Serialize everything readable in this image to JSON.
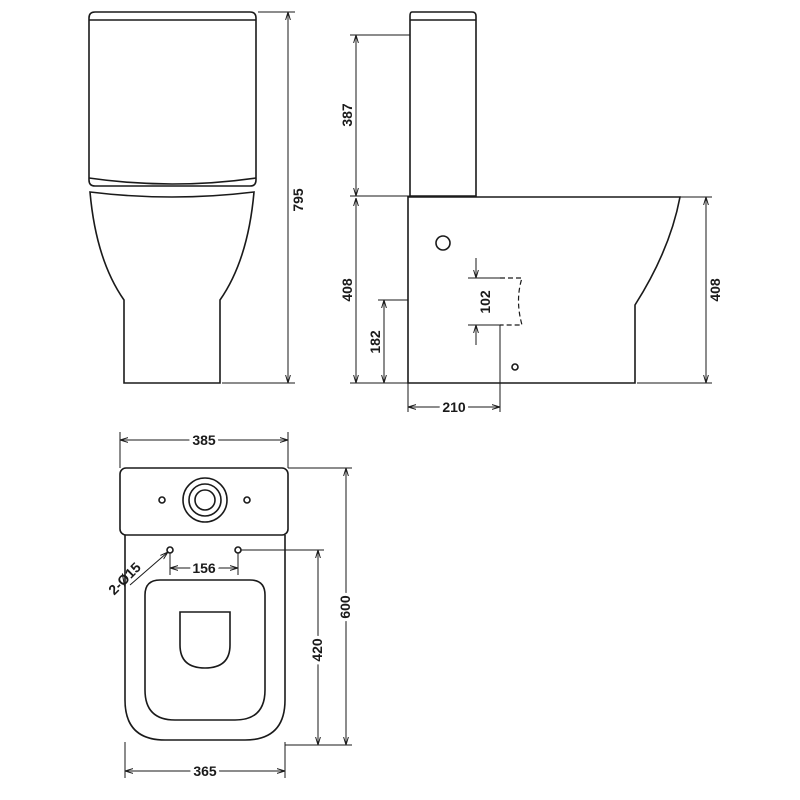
{
  "title": "Close coupled toilet technical drawing",
  "dimensions": {
    "front_height": "795",
    "cistern_height": "387",
    "pan_height_left": "408",
    "waste_height": "182",
    "outlet_size": "102",
    "pan_height_right": "408",
    "wall_to_waste": "210",
    "cistern_width": "385",
    "fixing_holes": "2-Ø15",
    "hole_spacing": "156",
    "overall_depth": "600",
    "hole_to_front": "420",
    "pan_width": "365"
  },
  "colors": {
    "line": "#1a1a1a",
    "background": "#ffffff"
  }
}
